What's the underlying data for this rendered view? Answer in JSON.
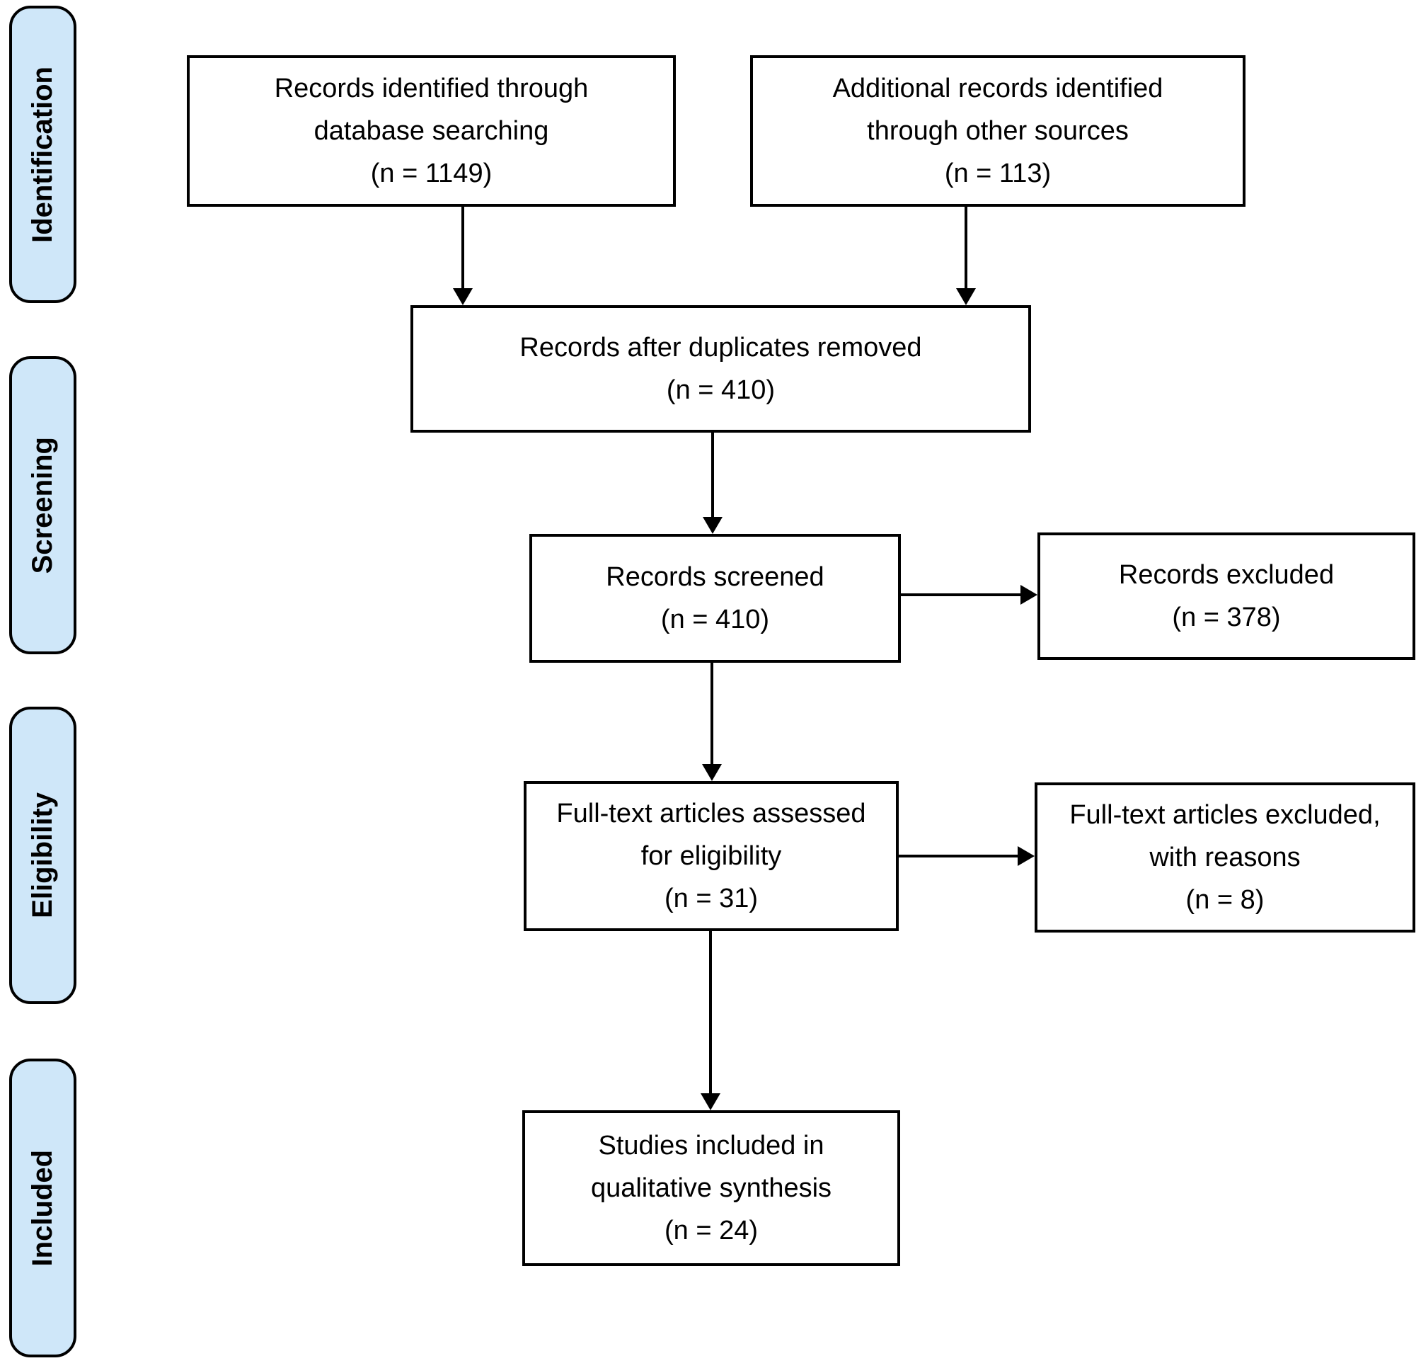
{
  "diagram_type": "PRISMA flow diagram",
  "colors": {
    "stage_fill": "#cfe7f9",
    "line": "#000000",
    "text": "#000000",
    "background": "#ffffff"
  },
  "stages": [
    {
      "label": "Identification"
    },
    {
      "label": "Screening"
    },
    {
      "label": "Eligibility"
    },
    {
      "label": "Included"
    }
  ],
  "boxes": [
    {
      "name": "records-identified",
      "lines": [
        "Records identified through",
        "database searching",
        "(n = 1149)"
      ]
    },
    {
      "name": "additional-records",
      "lines": [
        "Additional records identified",
        "through other sources",
        "(n = 113)"
      ]
    },
    {
      "name": "after-duplicates",
      "lines": [
        "Records after duplicates removed",
        "(n = 410)"
      ]
    },
    {
      "name": "records-screened",
      "lines": [
        "Records screened",
        "(n = 410)"
      ]
    },
    {
      "name": "records-excluded",
      "lines": [
        "Records excluded",
        "(n = 378)"
      ]
    },
    {
      "name": "fulltext-assessed",
      "lines": [
        "Full-text articles assessed",
        "for eligibility",
        "(n = 31)"
      ]
    },
    {
      "name": "fulltext-excluded",
      "lines": [
        "Full-text articles excluded,",
        "with reasons",
        "(n = 8)"
      ]
    },
    {
      "name": "studies-included",
      "lines": [
        "Studies included in",
        "qualitative synthesis",
        "(n = 24)"
      ]
    }
  ]
}
